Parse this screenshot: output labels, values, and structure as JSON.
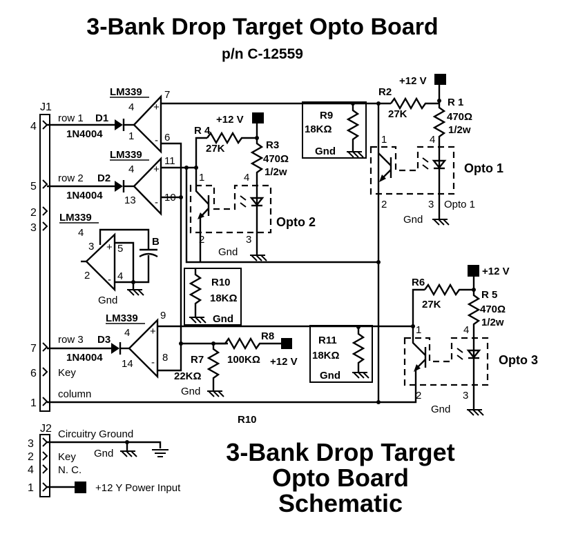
{
  "header": {
    "title": "3-Bank Drop Target Opto Board",
    "part_number": "p/n   C-12559"
  },
  "footer_title": {
    "line1": "3-Bank Drop Target",
    "line2": "Opto Board",
    "line3": "Schematic"
  },
  "stray_label": "R10",
  "j1": {
    "name": "J1",
    "pins": [
      {
        "pin": "4",
        "label": "row 1"
      },
      {
        "pin": "5",
        "label": "row 2"
      },
      {
        "pin": "2",
        "label": ""
      },
      {
        "pin": "3",
        "label": ""
      },
      {
        "pin": "7",
        "label": "row 3"
      },
      {
        "pin": "6",
        "label": "Key"
      },
      {
        "pin": "1",
        "label": "column"
      }
    ]
  },
  "j2": {
    "name": "J2",
    "pins": [
      {
        "pin": "3",
        "label": "Circuitry Ground"
      },
      {
        "pin": "2",
        "label": "Key"
      },
      {
        "pin": "4",
        "label": "N. C."
      },
      {
        "pin": "1",
        "label": "+12 Y Power Input"
      }
    ],
    "gnd_label": "Gnd"
  },
  "diodes": [
    {
      "ref": "D1",
      "part": "1N4004"
    },
    {
      "ref": "D2",
      "part": "1N4004"
    },
    {
      "ref": "D3",
      "part": "1N4004"
    }
  ],
  "comparators": [
    {
      "part": "LM339",
      "supply_pin": "4",
      "in_pin": "1",
      "plus_pin": "7",
      "minus_pin": "6"
    },
    {
      "part": "LM339",
      "supply_pin": "4",
      "in_pin": "13",
      "plus_pin": "11",
      "minus_pin": "10"
    },
    {
      "part": "LM339",
      "supply_pin": "4",
      "out_pin": "2",
      "plus_pin": "3",
      "pin5": "5",
      "pin4": "4",
      "gnd": "Gnd"
    },
    {
      "part": "LM339",
      "supply_pin": "4",
      "in_pin": "14",
      "plus_pin": "9",
      "minus_pin": "8"
    }
  ],
  "capacitor": {
    "ref": "B"
  },
  "resistors": {
    "r1": {
      "ref": "R 1",
      "value": "470Ω",
      "rating": "1/2w"
    },
    "r2": {
      "ref": "R2",
      "value": "27K"
    },
    "r3": {
      "ref": "R3",
      "value": "470Ω",
      "rating": "1/2w"
    },
    "r4": {
      "ref": "R 4",
      "value": "27K"
    },
    "r5": {
      "ref": "R 5",
      "value": "470Ω",
      "rating": "1/2w"
    },
    "r6": {
      "ref": "R6",
      "value": "27K"
    },
    "r7": {
      "ref": "R7",
      "value": "22KΩ",
      "gnd": "Gnd"
    },
    "r8": {
      "ref": "R8",
      "value": "100KΩ"
    },
    "r9": {
      "ref": "R9",
      "value": "18KΩ",
      "gnd": "Gnd"
    },
    "r10": {
      "ref": "R10",
      "value": "18KΩ",
      "gnd": "Gnd"
    },
    "r11": {
      "ref": "R11",
      "value": "18KΩ",
      "gnd": "Gnd"
    }
  },
  "optos": [
    {
      "name": "Opto 1",
      "pin1": "1",
      "pin2": "2",
      "pin3": "3",
      "pin4": "4",
      "extra_label": "Opto 1",
      "gnd": "Gnd"
    },
    {
      "name": "Opto 2",
      "pin1": "1",
      "pin2": "2",
      "pin3": "3",
      "pin4": "4",
      "gnd": "Gnd"
    },
    {
      "name": "Opto 3",
      "pin1": "1",
      "pin2": "2",
      "pin3": "3",
      "pin4": "4",
      "gnd": "Gnd"
    }
  ],
  "power": {
    "label": "+12 V"
  }
}
